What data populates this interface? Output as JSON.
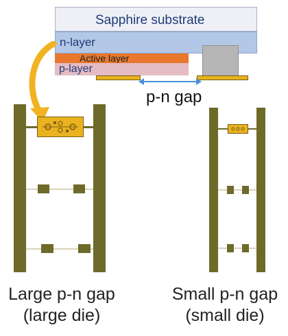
{
  "cross_section": {
    "substrate_label": "Sapphire substrate",
    "n_layer_label": "n-layer",
    "active_layer_label": "Active layer",
    "p_layer_label": "p-layer",
    "gap_label": "p-n gap"
  },
  "dies": {
    "large_title": "Large p-n gap",
    "large_sub": "(large die)",
    "small_title": "Small p-n gap",
    "small_sub": "(small die)"
  },
  "colors": {
    "substrate": "#eef0f6",
    "n_layer": "#b3c8e6",
    "active_layer": "#e8782d",
    "p_layer": "#e4bcc4",
    "contact": "#e9b21e",
    "pad": "#b6b6b6",
    "rail": "#6e6a2a",
    "arrow": "#f0b321",
    "gap_arrow": "#4a8fd8",
    "text_blue": "#1f3b78"
  }
}
